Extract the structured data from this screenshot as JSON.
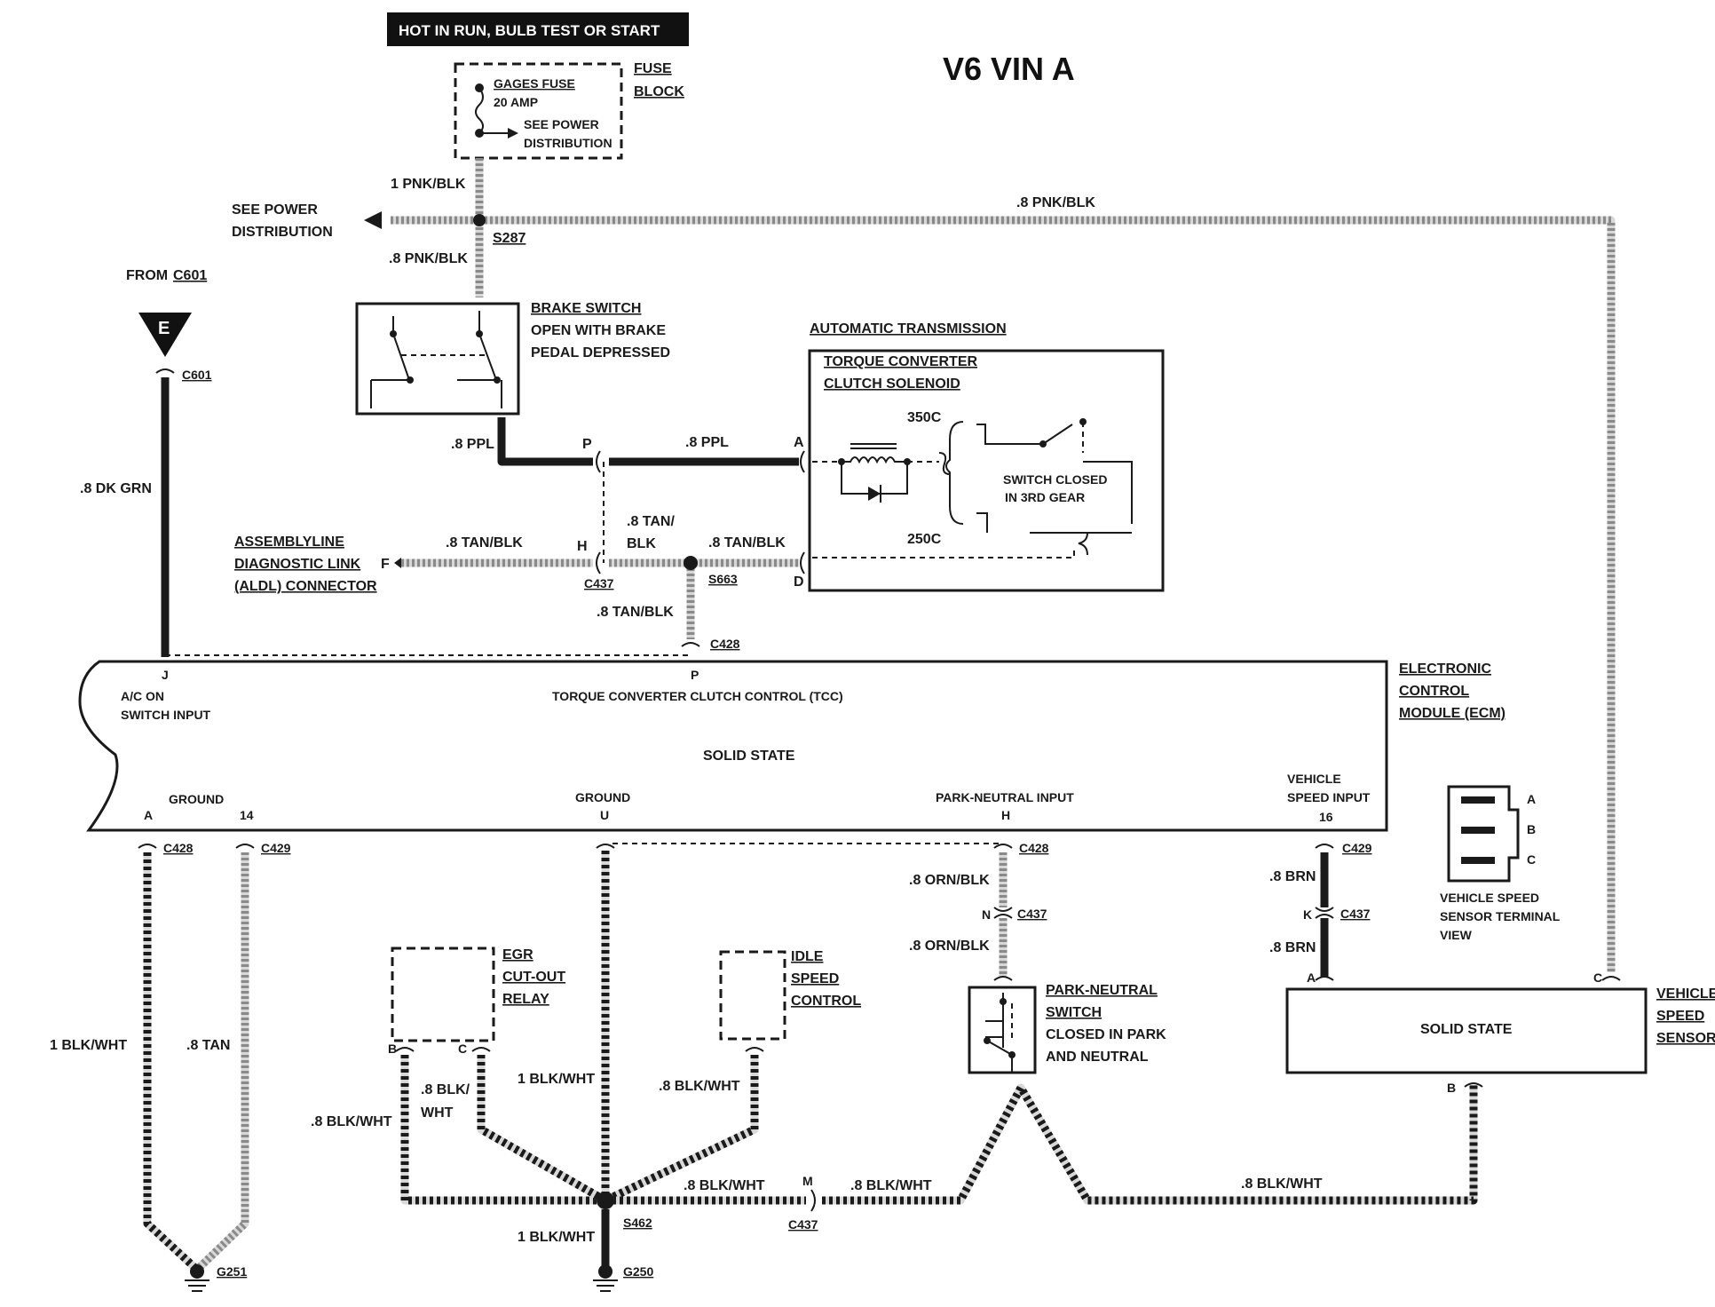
{
  "title": "V6 VIN A",
  "banner": "HOT IN RUN,   BULB TEST OR START",
  "fuse_block": {
    "fuse_name": "GAGES FUSE",
    "rating": "20 AMP",
    "see_power_1": "SEE POWER",
    "see_power_2": "DISTRIBUTION",
    "block_label_1": "FUSE",
    "block_label_2": "BLOCK"
  },
  "power_dist": {
    "line1": "SEE POWER",
    "line2": "DISTRIBUTION"
  },
  "splices": {
    "s287": "S287",
    "s663": "S663",
    "s462": "S462"
  },
  "from_c601": {
    "prefix": "FROM ",
    "conn": "C601",
    "marker": "E"
  },
  "brake_switch": {
    "name": "BRAKE SWITCH",
    "desc1": "OPEN WITH BRAKE",
    "desc2": "PEDAL DEPRESSED"
  },
  "transmission": {
    "title": "AUTOMATIC TRANSMISSION",
    "solenoid1": "TORQUE CONVERTER",
    "solenoid2": "CLUTCH SOLENOID",
    "temp_high": "350C",
    "temp_low": "250C",
    "switch1": "SWITCH CLOSED",
    "switch2": "IN 3RD GEAR",
    "pin_a": "A",
    "pin_d": "D"
  },
  "aldl": {
    "line1": "ASSEMBLYLINE",
    "line2": "DIAGNOSTIC LINK",
    "line3": "(ALDL) CONNECTOR",
    "pin": "F"
  },
  "wires": {
    "w_1pnk": "1 PNK/BLK",
    "w_8pnk_top": ".8 PNK/BLK",
    "w_8pnk_left": ".8 PNK/BLK",
    "w_8ppl_left": ".8 PPL",
    "w_8ppl_right": ".8 PPL",
    "w_8tan_aldl": ".8 TAN/BLK",
    "w_8tan_mid1": ".8 TAN/",
    "w_8tan_mid2": "BLK",
    "w_8tan_right": ".8 TAN/BLK",
    "w_8tan_down": ".8 TAN/BLK",
    "w_8dkgrn": ".8 DK GRN",
    "w_1blkwht_left": "1 BLK/WHT",
    "w_8tan_ground": ".8 TAN",
    "w_8blkwht_b": ".8 BLK/WHT",
    "w_8blk_c1": ".8 BLK/",
    "w_8blk_c2": "WHT",
    "w_1blkwht_center": "1 BLK/WHT",
    "w_8blkwht_idle": ".8 BLK/WHT",
    "w_8blkwht_bottom1": ".8 BLK/WHT",
    "w_8blkwht_bottom2": ".8 BLK/WHT",
    "w_8blkwht_bottom3": ".8 BLK/WHT",
    "w_1blkwht_g250": "1 BLK/WHT",
    "w_8orn_1": ".8 ORN/BLK",
    "w_8orn_2": ".8 ORN/BLK",
    "w_8brn_1": ".8 BRN",
    "w_8brn_2": ".8 BRN"
  },
  "connectors": {
    "c601": "C601",
    "c437_top": "C437",
    "c428_top": "C428",
    "pin_p": "P",
    "pin_h": "H",
    "c428_a": "C428",
    "c429_14": "C429",
    "c428_h": "C428",
    "c437_n": "C437",
    "pin_n": "N",
    "c429_16": "C429",
    "c437_k": "C437",
    "pin_k": "K",
    "c437_m": "C437",
    "pin_m": "M"
  },
  "ecm": {
    "name1": "ELECTRONIC",
    "name2": "CONTROL",
    "name3": "MODULE (ECM)",
    "pin_j": "J",
    "ac_on1": "A/C ON",
    "ac_on2": "SWITCH INPUT",
    "pin_p": "P",
    "tcc": "TORQUE CONVERTER CLUTCH CONTROL (TCC)",
    "solid": "SOLID STATE",
    "ground_l": "GROUND",
    "pin_a": "A",
    "pin_14": "14",
    "ground_u": "GROUND",
    "pin_u": "U",
    "pn_input": "PARK-NEUTRAL INPUT",
    "pin_h": "H",
    "vss1": "VEHICLE",
    "vss2": "SPEED INPUT",
    "pin_16": "16"
  },
  "egr": {
    "line1": "EGR",
    "line2": "CUT-OUT",
    "line3": "RELAY",
    "pin_b": "B",
    "pin_c": "C"
  },
  "idle": {
    "line1": "IDLE",
    "line2": "SPEED",
    "line3": "CONTROL"
  },
  "pn_switch": {
    "line1": "PARK-NEUTRAL",
    "line2": "SWITCH",
    "line3": "CLOSED IN PARK",
    "line4": "AND NEUTRAL"
  },
  "vss": {
    "solid": "SOLID STATE",
    "line1": "VEHICLE",
    "line2": "SPEED",
    "line3": "SENSOR",
    "pin_a": "A",
    "pin_b": "B",
    "pin_c": "C"
  },
  "vss_term": {
    "a": "A",
    "b": "B",
    "c": "C",
    "line1": "VEHICLE SPEED",
    "line2": "SENSOR TERMINAL",
    "line3": "VIEW"
  },
  "grounds": {
    "g251": "G251",
    "g250": "G250"
  }
}
